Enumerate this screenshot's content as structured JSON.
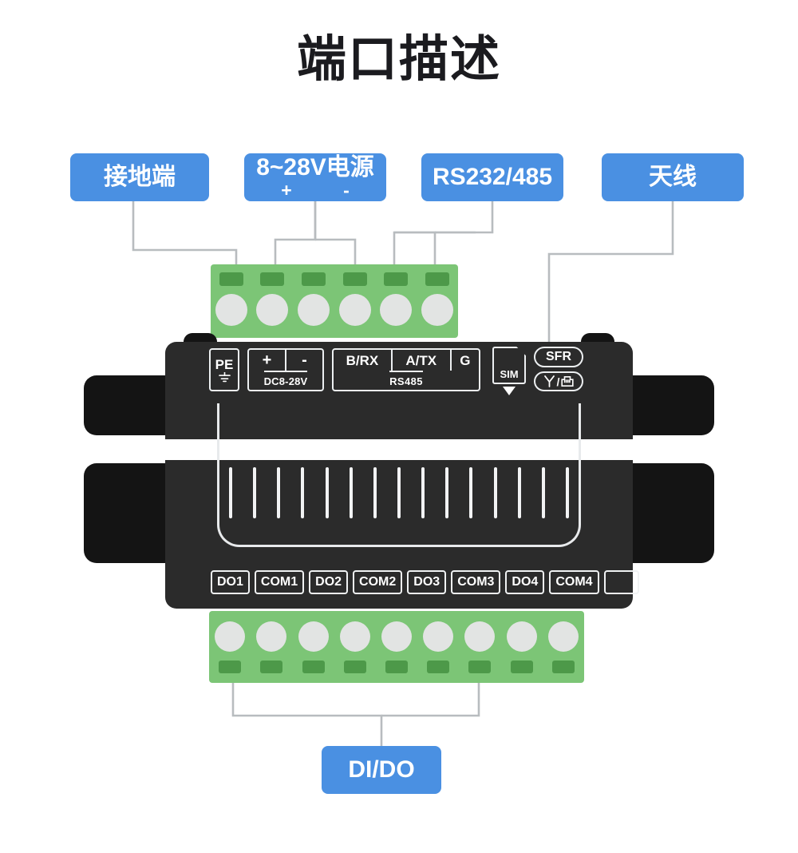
{
  "page": {
    "title": "端口描述",
    "accent_blue": "#4a90e2",
    "body_dark": "#2b2b2b",
    "wing_dark": "#141414",
    "terminal_green": "#7cc576",
    "slot_green": "#4d9949",
    "hole_gray": "#e2e4e3",
    "leader_gray": "#b8bcbf"
  },
  "callouts": [
    {
      "id": "ground",
      "label": "接地端"
    },
    {
      "id": "power",
      "label": "8~28V电源",
      "plus": "+",
      "minus": "-"
    },
    {
      "id": "serial",
      "label": "RS232/485"
    },
    {
      "id": "antenna",
      "label": "天线"
    },
    {
      "id": "dido",
      "label": "DI/DO"
    }
  ],
  "device": {
    "top_panel": {
      "pe": {
        "label": "PE",
        "symbol_name": "earth-ground-icon"
      },
      "power": {
        "plus": "+",
        "minus": "-",
        "range": "DC8-28V"
      },
      "serial": {
        "b_rx": "B/RX",
        "a_tx": "A/TX",
        "g": "G",
        "bus": "RS485"
      },
      "sim": {
        "label": "SIM",
        "arrow_name": "insert-direction-arrow"
      },
      "sfr": {
        "label": "SFR"
      },
      "rf": {
        "antenna_icon": "antenna-icon",
        "separator": "/",
        "jack_icon": "rj45-jack-icon"
      }
    },
    "bottom_terminals": [
      "DO1",
      "COM1",
      "DO2",
      "COM2",
      "DO3",
      "COM3",
      "DO4",
      "COM4",
      ""
    ],
    "top_connector": {
      "pin_count": 6
    },
    "bottom_connector": {
      "pin_count": 9
    },
    "vent_rib_count": 15
  }
}
